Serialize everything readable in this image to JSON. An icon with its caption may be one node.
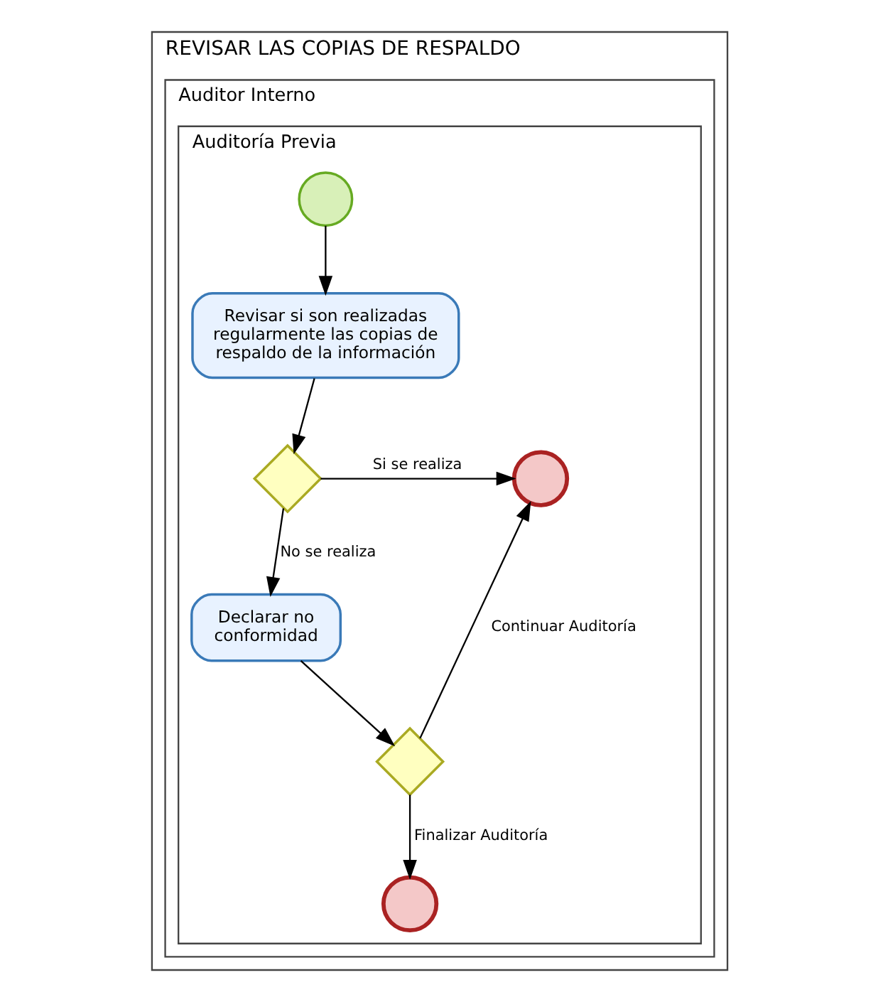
{
  "diagram": {
    "nodes": [
      {
        "text": [
          "REVISAR LAS COPIAS DE RESPALDO"
        ]
      },
      {
        "text": [
          "Auditor Interno"
        ],
        "in": 0
      },
      {
        "text": [
          "Auditoría Previa"
        ],
        "in": 1
      },
      {
        "text": [],
        "shape": "circle",
        "in": 2
      },
      {
        "text": [
          "Revisar si son realizadas regularmente las copias de respaldo de la información"
        ],
        "in": 2
      },
      {
        "text": [],
        "shape": "diamond",
        "in": 2
      },
      {
        "text": [],
        "shape": "circle",
        "in": 2
      },
      {
        "text": [
          "Declarar no conformidad"
        ],
        "in": 2
      },
      {
        "text": [],
        "shape": "diamond",
        "in": 2
      },
      {
        "text": [],
        "shape": "circle",
        "in": 2
      }
    ],
    "edges": [
      {
        "from": 3,
        "to": 4,
        "arrow": "to"
      },
      {
        "from": 4,
        "to": 5,
        "arrow": "to"
      },
      {
        "from": 5,
        "to": 6,
        "arrow": "to",
        "label": "Si se realiza"
      },
      {
        "from": 5,
        "to": 7,
        "arrow": "to",
        "label": "No se realiza"
      },
      {
        "from": 7,
        "to": 8,
        "arrow": "to"
      },
      {
        "from": 8,
        "to": 6,
        "arrow": "to",
        "label": "Continuar Auditoría"
      },
      {
        "from": 8,
        "to": 9,
        "arrow": "to",
        "label": "Finalizar Auditoría"
      }
    ]
  }
}
